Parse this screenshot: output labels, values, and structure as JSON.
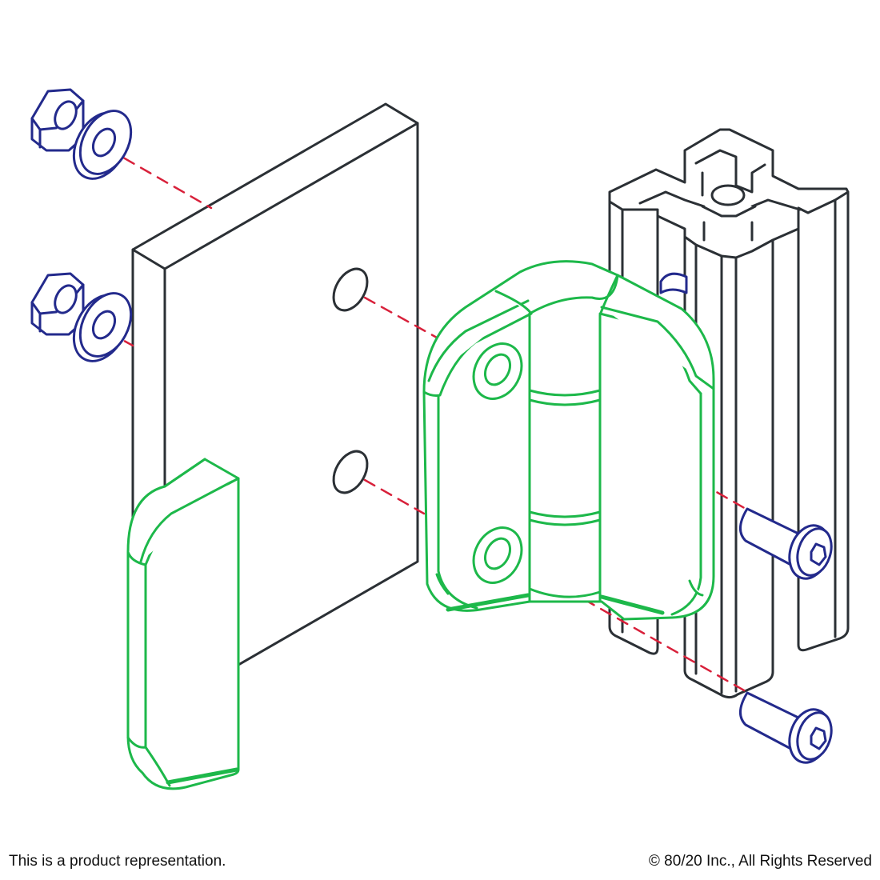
{
  "footer": {
    "disclaimer": "This is a product representation.",
    "copyright": "© 80/20 Inc., All Rights Reserved"
  },
  "colors": {
    "outline": "#2b3035",
    "hinge": "#1db84a",
    "hardware": "#232a8c",
    "centerline": "#d8203a",
    "background": "#ffffff"
  },
  "parts": [
    {
      "id": "panel",
      "color_key": "outline"
    },
    {
      "id": "extrusion",
      "color_key": "outline"
    },
    {
      "id": "handle",
      "color_key": "hinge"
    },
    {
      "id": "hinge",
      "color_key": "hinge"
    },
    {
      "id": "hex-nut",
      "color_key": "hardware",
      "count": 2
    },
    {
      "id": "washer",
      "color_key": "hardware",
      "count": 2
    },
    {
      "id": "button-head-bolt",
      "color_key": "hardware",
      "count": 2
    }
  ]
}
